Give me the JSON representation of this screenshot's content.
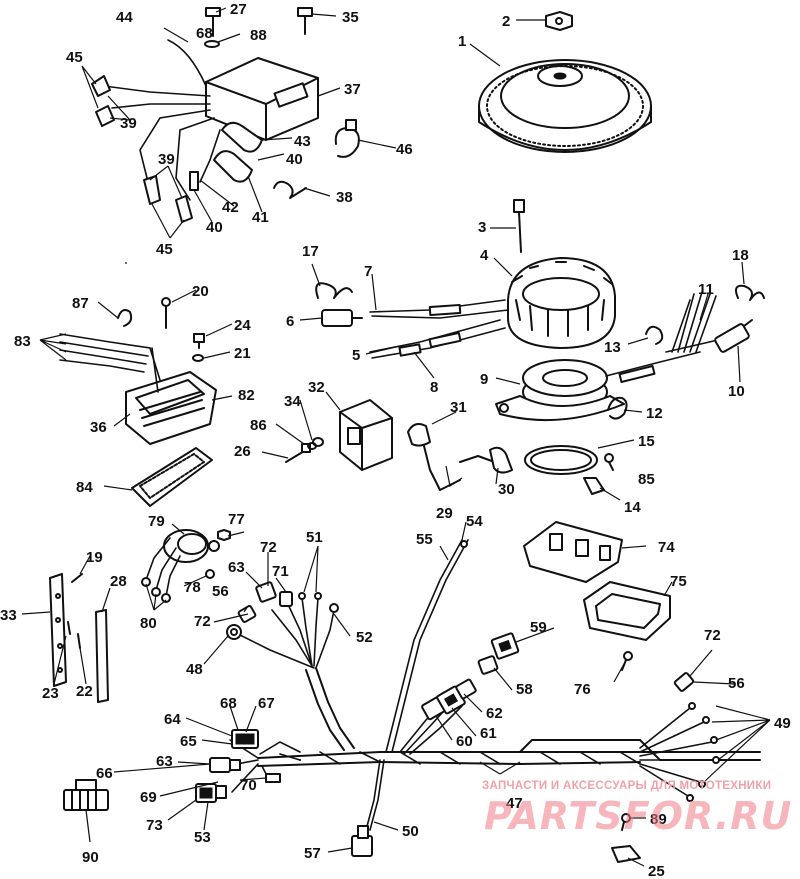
{
  "diagram": {
    "callouts": [
      {
        "id": "n1",
        "text": "1"
      },
      {
        "id": "n2",
        "text": "2"
      },
      {
        "id": "n3",
        "text": "3"
      },
      {
        "id": "n4",
        "text": "4"
      },
      {
        "id": "n5",
        "text": "5"
      },
      {
        "id": "n6",
        "text": "6"
      },
      {
        "id": "n7",
        "text": "7"
      },
      {
        "id": "n8",
        "text": "8"
      },
      {
        "id": "n9",
        "text": "9"
      },
      {
        "id": "n10",
        "text": "10"
      },
      {
        "id": "n11",
        "text": "11"
      },
      {
        "id": "n12",
        "text": "12"
      },
      {
        "id": "n13",
        "text": "13"
      },
      {
        "id": "n14",
        "text": "14"
      },
      {
        "id": "n15",
        "text": "15"
      },
      {
        "id": "n17",
        "text": "17"
      },
      {
        "id": "n18",
        "text": "18"
      },
      {
        "id": "n19",
        "text": "19"
      },
      {
        "id": "n20",
        "text": "20"
      },
      {
        "id": "n21",
        "text": "21"
      },
      {
        "id": "n22",
        "text": "22"
      },
      {
        "id": "n23",
        "text": "23"
      },
      {
        "id": "n24",
        "text": "24"
      },
      {
        "id": "n25",
        "text": "25"
      },
      {
        "id": "n26",
        "text": "26"
      },
      {
        "id": "n27",
        "text": "27"
      },
      {
        "id": "n28",
        "text": "28"
      },
      {
        "id": "n29",
        "text": "29"
      },
      {
        "id": "n30",
        "text": "30"
      },
      {
        "id": "n31",
        "text": "31"
      },
      {
        "id": "n32",
        "text": "32"
      },
      {
        "id": "n33",
        "text": "33"
      },
      {
        "id": "n34",
        "text": "34"
      },
      {
        "id": "n35",
        "text": "35"
      },
      {
        "id": "n36",
        "text": "36"
      },
      {
        "id": "n37",
        "text": "37"
      },
      {
        "id": "n38",
        "text": "38"
      },
      {
        "id": "n39a",
        "text": "39"
      },
      {
        "id": "n39b",
        "text": "39"
      },
      {
        "id": "n40a",
        "text": "40"
      },
      {
        "id": "n40b",
        "text": "40"
      },
      {
        "id": "n41",
        "text": "41"
      },
      {
        "id": "n42",
        "text": "42"
      },
      {
        "id": "n43",
        "text": "43"
      },
      {
        "id": "n44",
        "text": "44"
      },
      {
        "id": "n45a",
        "text": "45"
      },
      {
        "id": "n45b",
        "text": "45"
      },
      {
        "id": "n46",
        "text": "46"
      },
      {
        "id": "n47",
        "text": "47"
      },
      {
        "id": "n48",
        "text": "48"
      },
      {
        "id": "n49",
        "text": "49"
      },
      {
        "id": "n50",
        "text": "50"
      },
      {
        "id": "n51",
        "text": "51"
      },
      {
        "id": "n52",
        "text": "52"
      },
      {
        "id": "n53",
        "text": "53"
      },
      {
        "id": "n54",
        "text": "54"
      },
      {
        "id": "n55",
        "text": "55"
      },
      {
        "id": "n56a",
        "text": "56"
      },
      {
        "id": "n56b",
        "text": "56"
      },
      {
        "id": "n57",
        "text": "57"
      },
      {
        "id": "n58",
        "text": "58"
      },
      {
        "id": "n59",
        "text": "59"
      },
      {
        "id": "n60",
        "text": "60"
      },
      {
        "id": "n61",
        "text": "61"
      },
      {
        "id": "n62",
        "text": "62"
      },
      {
        "id": "n63a",
        "text": "63"
      },
      {
        "id": "n63b",
        "text": "63"
      },
      {
        "id": "n64",
        "text": "64"
      },
      {
        "id": "n65",
        "text": "65"
      },
      {
        "id": "n66",
        "text": "66"
      },
      {
        "id": "n67",
        "text": "67"
      },
      {
        "id": "n68a",
        "text": "68"
      },
      {
        "id": "n68b",
        "text": "68"
      },
      {
        "id": "n69",
        "text": "69"
      },
      {
        "id": "n70",
        "text": "70"
      },
      {
        "id": "n71",
        "text": "71"
      },
      {
        "id": "n72a",
        "text": "72"
      },
      {
        "id": "n72b",
        "text": "72"
      },
      {
        "id": "n72c",
        "text": "72"
      },
      {
        "id": "n73",
        "text": "73"
      },
      {
        "id": "n74",
        "text": "74"
      },
      {
        "id": "n75",
        "text": "75"
      },
      {
        "id": "n76",
        "text": "76"
      },
      {
        "id": "n77",
        "text": "77"
      },
      {
        "id": "n78",
        "text": "78"
      },
      {
        "id": "n79",
        "text": "79"
      },
      {
        "id": "n80",
        "text": "80"
      },
      {
        "id": "n82",
        "text": "82"
      },
      {
        "id": "n83",
        "text": "83"
      },
      {
        "id": "n84",
        "text": "84"
      },
      {
        "id": "n85",
        "text": "85"
      },
      {
        "id": "n86",
        "text": "86"
      },
      {
        "id": "n87",
        "text": "87"
      },
      {
        "id": "n88",
        "text": "88"
      },
      {
        "id": "n89",
        "text": "89"
      },
      {
        "id": "n90",
        "text": "90"
      }
    ]
  },
  "watermark": {
    "subtitle": "ЗАПЧАСТИ И АКСЕССУАРЫ ДЛЯ МОТОТЕХНИКИ",
    "logo": "PARTSFOR.RU"
  }
}
